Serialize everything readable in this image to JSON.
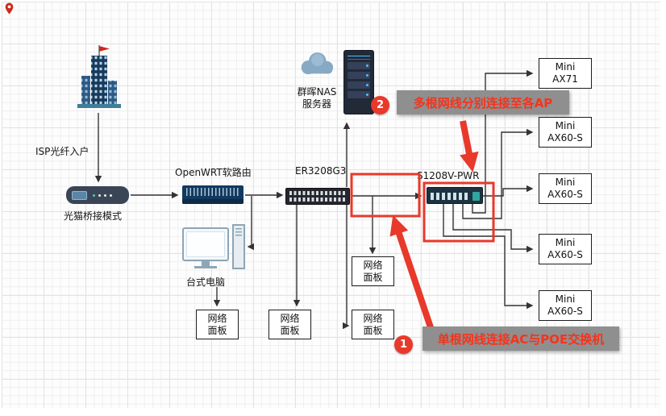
{
  "colors": {
    "annotation_red": "#e8392b",
    "note_bg": "#8f8f8f",
    "wire": "#333333"
  },
  "devices": {
    "isp": {
      "label": "ISP光纤入户"
    },
    "modem": {
      "label": "光猫桥接模式"
    },
    "router": {
      "label": "OpenWRT软路由"
    },
    "core_switch": {
      "label": "ER3208G3"
    },
    "nas": {
      "label_line1": "群晖NAS",
      "label_line2": "服务器"
    },
    "poe_switch": {
      "label": "S1208V-PWR"
    },
    "desktop": {
      "label": "台式电脑"
    }
  },
  "aps": [
    {
      "line1": "Mini",
      "line2": "AX71"
    },
    {
      "line1": "Mini",
      "line2": "AX60-S"
    },
    {
      "line1": "Mini",
      "line2": "AX60-S"
    },
    {
      "line1": "Mini",
      "line2": "AX60-S"
    },
    {
      "line1": "Mini",
      "line2": "AX60-S"
    }
  ],
  "panels": [
    {
      "line1": "网络",
      "line2": "面板"
    },
    {
      "line1": "网络",
      "line2": "面板"
    },
    {
      "line1": "网络",
      "line2": "面板"
    },
    {
      "line1": "网络",
      "line2": "面板"
    }
  ],
  "annotations": {
    "note_ap": {
      "badge": "2",
      "text": "多根网线分别连接至各AP"
    },
    "note_ac": {
      "badge": "1",
      "text": "单根网线连接AC与POE交换机"
    }
  },
  "icons": [
    "pin-icon",
    "building-icon",
    "cloud-icon",
    "nas-server-icon",
    "modem-icon",
    "router-icon",
    "switch-icon",
    "poe-switch-icon",
    "desktop-computer-icon"
  ]
}
